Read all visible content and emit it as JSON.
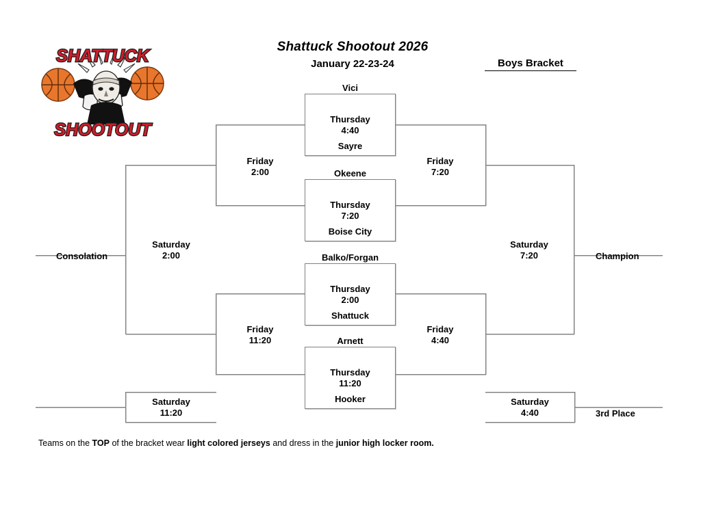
{
  "header": {
    "title": "Shattuck Shootout 2026",
    "dates": "January 22-23-24",
    "division": "Boys Bracket"
  },
  "logo": {
    "top_word": "SHATTUCK",
    "bottom_word": "SHOOTOUT",
    "alt": "shattuck-shootout-logo"
  },
  "bracket": {
    "round1": [
      {
        "id": "game-1",
        "team_top": "Vici",
        "team_bottom": "Sayre",
        "day": "Thursday",
        "time": "4:40"
      },
      {
        "id": "game-2",
        "team_top": "Okeene",
        "team_bottom": "Boise City",
        "day": "Thursday",
        "time": "7:20"
      },
      {
        "id": "game-3",
        "team_top": "Balko/Forgan",
        "team_bottom": "Shattuck",
        "day": "Thursday",
        "time": "2:00"
      },
      {
        "id": "game-4",
        "team_top": "Arnett",
        "team_bottom": "Hooker",
        "day": "Thursday",
        "time": "11:20"
      }
    ],
    "semifinals": [
      {
        "id": "semi-winners-upper",
        "day": "Friday",
        "time": "7:20"
      },
      {
        "id": "semi-winners-lower",
        "day": "Friday",
        "time": "4:40"
      },
      {
        "id": "semi-consolation-upper",
        "day": "Friday",
        "time": "2:00"
      },
      {
        "id": "semi-consolation-lower",
        "day": "Friday",
        "time": "11:20"
      }
    ],
    "finals": [
      {
        "id": "championship-game",
        "day": "Saturday",
        "time": "7:20"
      },
      {
        "id": "consolation-final",
        "day": "Saturday",
        "time": "2:00"
      },
      {
        "id": "third-place-game",
        "day": "Saturday",
        "time": "4:40"
      },
      {
        "id": "consolation-seventh",
        "day": "Saturday",
        "time": "11:20"
      }
    ],
    "outcomes": {
      "champion": "Champion",
      "consolation": "Consolation",
      "third_place": "3rd Place"
    }
  },
  "footer": {
    "part1": "Teams on the ",
    "bold1": "TOP",
    "part2": " of the bracket wear ",
    "bold2": "light colored jerseys",
    "part3": " and dress in the ",
    "bold3": "junior high locker room."
  },
  "colors": {
    "line": "#808080",
    "text": "#000000",
    "background": "#ffffff",
    "logo_red": "#cc1f2a",
    "logo_orange": "#e8762c"
  }
}
